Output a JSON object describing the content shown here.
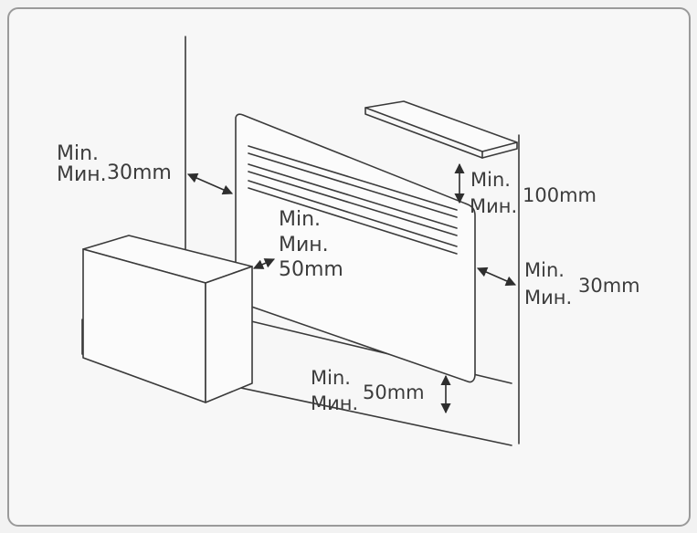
{
  "labels": {
    "left_wall": {
      "min": "Min.",
      "min_ru": "Мин.",
      "value": "30mm"
    },
    "box_gap": {
      "min": "Min.",
      "min_ru": "Мин.",
      "value": "50mm"
    },
    "shelf_gap": {
      "min": "Min.",
      "min_ru": "Мин.",
      "value": "100mm"
    },
    "right_wall": {
      "min": "Min.",
      "min_ru": "Мин.",
      "value": "30mm"
    },
    "floor_gap": {
      "min": "Min.",
      "min_ru": "Мин.",
      "value": "50mm"
    }
  },
  "colors": {
    "line": "#3a3a3a",
    "background": "#f7f7f7",
    "border": "#9a9a9a"
  }
}
